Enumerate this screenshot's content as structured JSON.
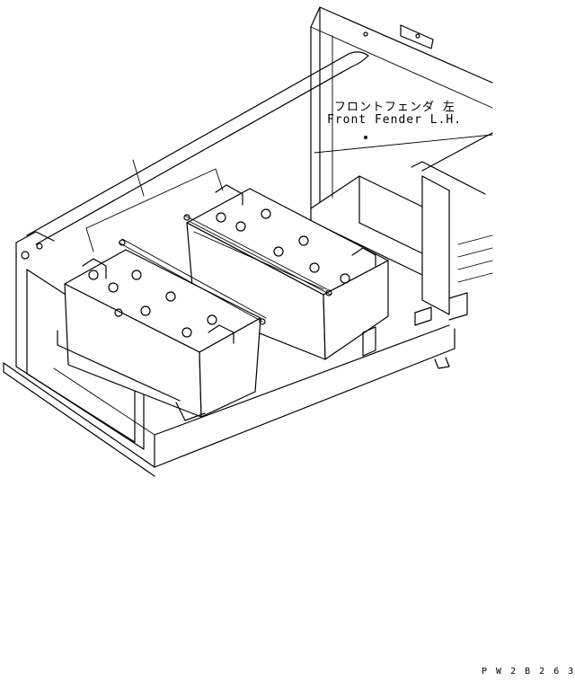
{
  "labels": {
    "front_fender_jp": "フロントフェンダ 左",
    "front_fender_en": "Front Fender L.H.",
    "drawing_code": "P W 2 B 2 6 3"
  }
}
